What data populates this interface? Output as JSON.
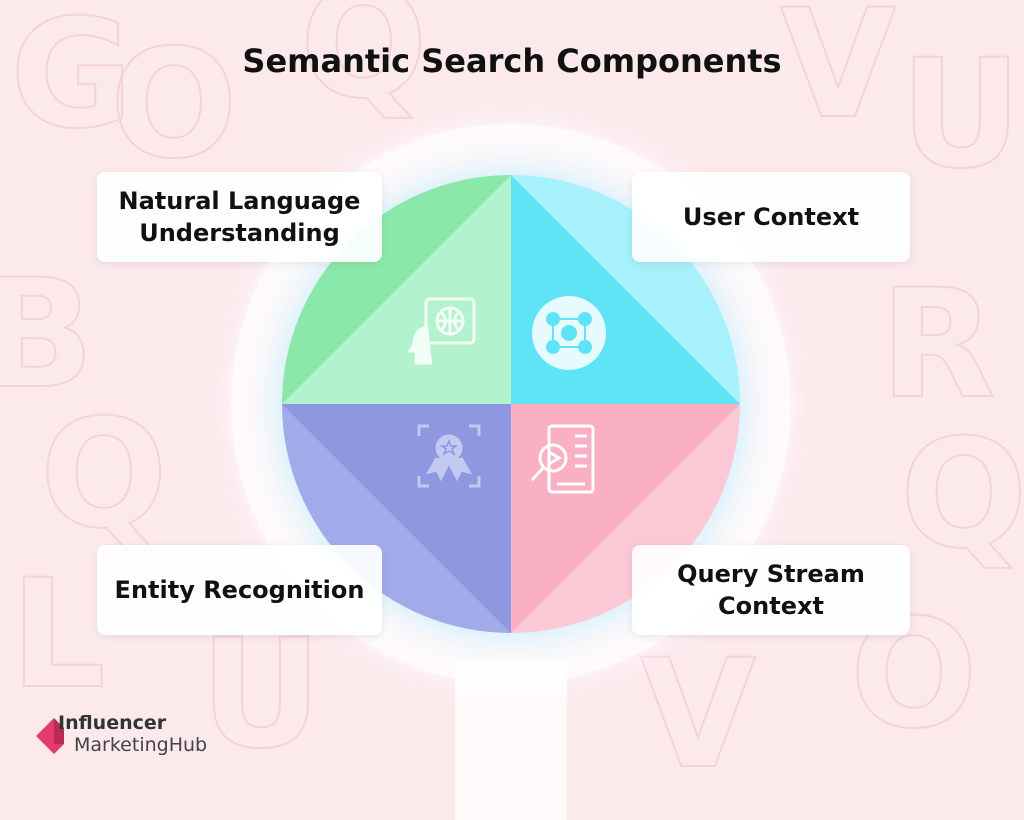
{
  "title": "Semantic Search Components",
  "components": [
    {
      "label": "Natural Language\nUnderstanding",
      "icon": "globe-speech-head-icon",
      "color": "#8be8ab"
    },
    {
      "label": "User Context",
      "icon": "user-network-icon",
      "color": "#5fe3f7"
    },
    {
      "label": "Entity Recognition",
      "icon": "badge-star-icon",
      "color": "#8e97e0"
    },
    {
      "label": "Query Stream\nContext",
      "icon": "video-search-icon",
      "color": "#f9b0c4"
    }
  ],
  "logo": {
    "line1": "Influencer",
    "line2": "MarketingHub",
    "color": "#e33b6c"
  }
}
